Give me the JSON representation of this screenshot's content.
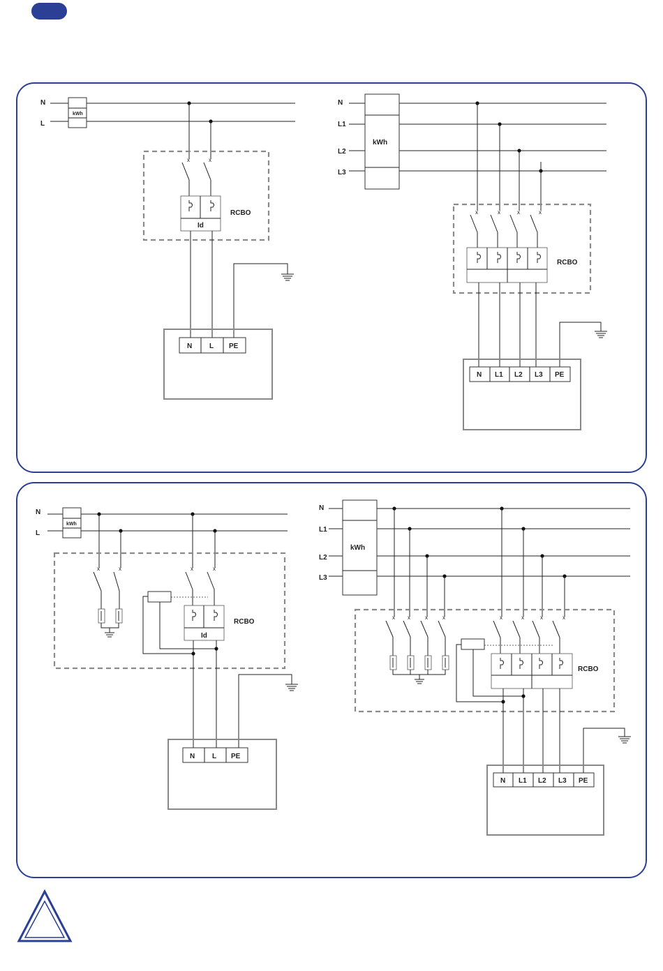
{
  "colors": {
    "accent": "#2a3f95",
    "frame_gray": "#888888"
  },
  "diagram1": {
    "lines": [
      "N",
      "L"
    ],
    "meter": "kWh",
    "device": "RCBO",
    "id": "Id",
    "terminals": [
      "N",
      "L",
      "PE"
    ]
  },
  "diagram2": {
    "lines": [
      "N",
      "L1",
      "L2",
      "L3"
    ],
    "meter": "kWh",
    "device": "RCBO",
    "terminals": [
      "N",
      "L1",
      "L2",
      "L3",
      "PE"
    ]
  },
  "diagram3": {
    "lines": [
      "N",
      "L"
    ],
    "meter": "kWh",
    "device": "RCBO",
    "id": "Id",
    "terminals": [
      "N",
      "L",
      "PE"
    ]
  },
  "diagram4": {
    "lines": [
      "N",
      "L1",
      "L2",
      "L3"
    ],
    "meter": "kWh",
    "device": "RCBO",
    "terminals": [
      "N",
      "L1",
      "L2",
      "L3",
      "PE"
    ]
  },
  "icons": {
    "header": "blue-pill-badge",
    "warning": "warning-triangle-icon"
  }
}
